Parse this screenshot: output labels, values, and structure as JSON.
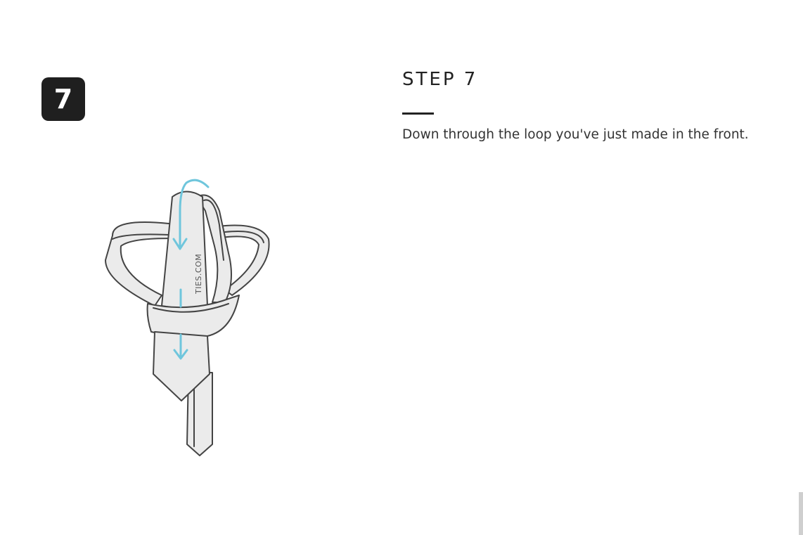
{
  "step": {
    "number": "7",
    "title": "STEP 7",
    "description": "Down through the loop you've just made in the front."
  },
  "illustration": {
    "brand_text": "TIES.COM",
    "arrow_color": "#6fc6dc",
    "outline_color": "#444444",
    "fill_color": "#ebebeb"
  }
}
